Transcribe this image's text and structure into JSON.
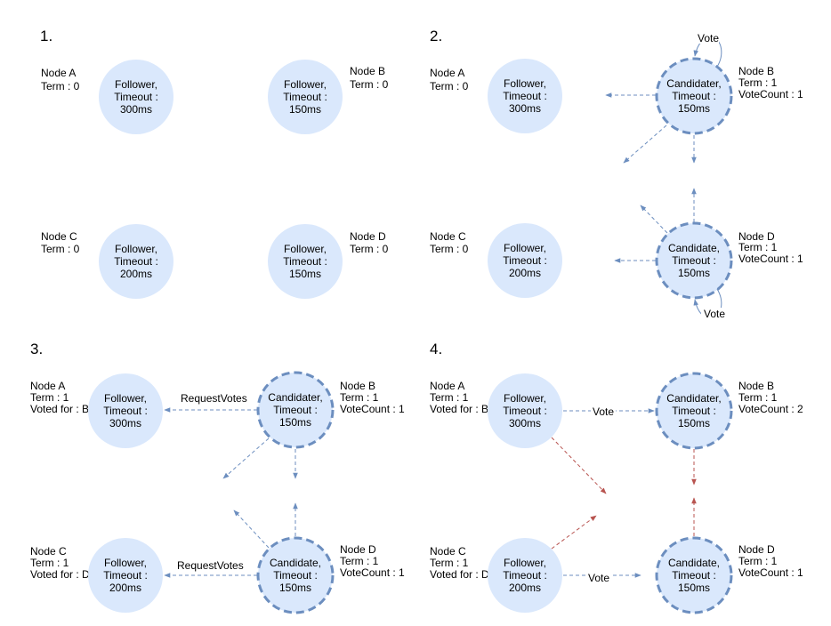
{
  "panels": [
    {
      "label": "1.",
      "nodes": [
        {
          "id": "A",
          "name": "Node A",
          "term": "Term : 0",
          "state": "Follower,",
          "timeout": "Timeout :",
          "ms": "300ms"
        },
        {
          "id": "B",
          "name": "Node B",
          "term": "Term : 0",
          "state": "Follower,",
          "timeout": "Timeout :",
          "ms": "150ms"
        },
        {
          "id": "C",
          "name": "Node C",
          "term": "Term : 0",
          "state": "Follower,",
          "timeout": "Timeout :",
          "ms": "200ms"
        },
        {
          "id": "D",
          "name": "Node D",
          "term": "Term : 0",
          "state": "Follower,",
          "timeout": "Timeout :",
          "ms": "150ms"
        }
      ],
      "edges": []
    },
    {
      "label": "2.",
      "nodes": [
        {
          "id": "A",
          "name": "Node A",
          "term": "Term : 0",
          "state": "Follower,",
          "timeout": "Timeout :",
          "ms": "300ms"
        },
        {
          "id": "B",
          "name": "Node B",
          "term": "Term : 1",
          "extra": "VoteCount : 1",
          "state": "Candidater,",
          "timeout": "Timeout :",
          "ms": "150ms",
          "candidate": true
        },
        {
          "id": "C",
          "name": "Node C",
          "term": "Term : 0",
          "state": "Follower,",
          "timeout": "Timeout :",
          "ms": "200ms"
        },
        {
          "id": "D",
          "name": "Node D",
          "term": "Term : 1",
          "extra": "VoteCount : 1",
          "state": "Candidate,",
          "timeout": "Timeout :",
          "ms": "150ms",
          "candidate": true
        }
      ],
      "edges": [
        {
          "label": "Vote"
        },
        {
          "label": "Vote"
        }
      ]
    },
    {
      "label": "3.",
      "nodes": [
        {
          "id": "A",
          "name": "Node A",
          "term": "Term : 1",
          "extra": "Voted for : B",
          "state": "Follower,",
          "timeout": "Timeout :",
          "ms": "300ms"
        },
        {
          "id": "B",
          "name": "Node B",
          "term": "Term : 1",
          "extra": "VoteCount : 1",
          "state": "Candidater,",
          "timeout": "Timeout :",
          "ms": "150ms",
          "candidate": true
        },
        {
          "id": "C",
          "name": "Node C",
          "term": "Term : 1",
          "extra": "Voted for : D",
          "state": "Follower,",
          "timeout": "Timeout :",
          "ms": "200ms"
        },
        {
          "id": "D",
          "name": "Node D",
          "term": "Term : 1",
          "extra": "VoteCount : 1",
          "state": "Candidate,",
          "timeout": "Timeout :",
          "ms": "150ms",
          "candidate": true
        }
      ],
      "edges": [
        {
          "label": "RequestVotes"
        },
        {
          "label": "RequestVotes"
        }
      ]
    },
    {
      "label": "4.",
      "nodes": [
        {
          "id": "A",
          "name": "Node A",
          "term": "Term : 1",
          "extra": "Voted for : B",
          "state": "Follower,",
          "timeout": "Timeout :",
          "ms": "300ms"
        },
        {
          "id": "B",
          "name": "Node B",
          "term": "Term : 1",
          "extra": "VoteCount : 2",
          "state": "Candidater,",
          "timeout": "Timeout :",
          "ms": "150ms",
          "candidate": true
        },
        {
          "id": "C",
          "name": "Node C",
          "term": "Term : 1",
          "extra": "Voted for : D",
          "state": "Follower,",
          "timeout": "Timeout :",
          "ms": "200ms"
        },
        {
          "id": "D",
          "name": "Node D",
          "term": "Term : 1",
          "extra": "VoteCount : 1",
          "state": "Candidate,",
          "timeout": "Timeout :",
          "ms": "150ms",
          "candidate": true
        }
      ],
      "edges": [
        {
          "label": "Vote"
        },
        {
          "label": "Vote"
        }
      ]
    }
  ],
  "colors": {
    "node_fill": "#dae8fc",
    "candidate_border": "#6c8ebf",
    "arrow_blue": "#6c8ebf",
    "arrow_red": "#b85450",
    "text": "#000000"
  }
}
